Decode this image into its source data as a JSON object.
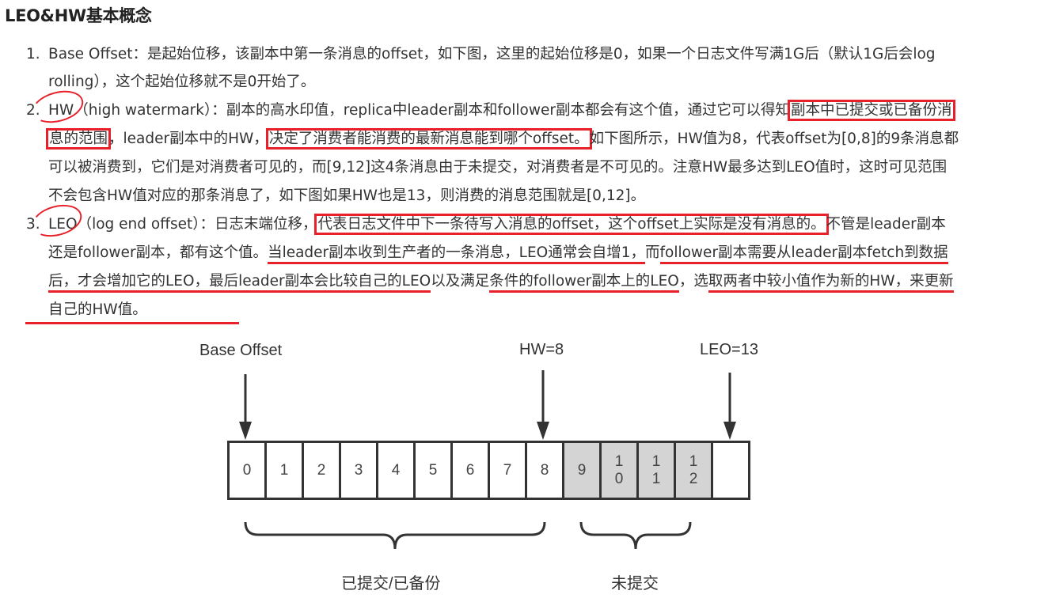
{
  "title": "LEO&HW基本概念",
  "items": [
    {
      "number": "1.",
      "lines": [
        "Base Offset：是起始位移，该副本中第一条消息的offset，如下图，这里的起始位移是0，如果一个日志文件写满1G后（默认1G后会log",
        "rolling），这个起始位移就不是0开始了。"
      ]
    },
    {
      "number": "2.",
      "segments": {
        "l1_a": "HW",
        "l1_b": "（high watermark）：副本的高水印值，replica中leader副本和follower副本都会有这个值，通过它可以得知",
        "l1_box": "副本中已提交或已备份消",
        "l2_box1": "息的范围",
        "l2_a": "，leader副本中的HW，",
        "l2_box2": "决定了消费者能消费的最新消息能到哪个offset。",
        "l2_b": "如下图所示，HW值为8，代表offset为[0,8]的9条消息都",
        "l3": "可以被消费到，它们是对消费者可见的，而[9,12]这4条消息由于未提交，对消费者是不可见的。注意HW最多达到LEO值时，这时可见范围",
        "l4": "不会包含HW值对应的那条消息了，如下图如果HW也是13，则消费的消息范围就是[0,12]。"
      }
    },
    {
      "number": "3.",
      "segments": {
        "l1_a": "LEO",
        "l1_b": "（log end offset）：日志末端位移，",
        "l1_box": "代表日志文件中下一条待写入消息的offset，这个offset上实际是没有消息的。",
        "l1_c": "不管是leader副本",
        "l2_a": "还是follower副本，都有这个值。",
        "l2_u1": "当leader副本收到生产者的一条消息，LEO通常会自增1，",
        "l2_b": "而",
        "l2_u2": "follower副本需要从leader副本fetch到数据",
        "l3_u1": "后，才会增加它的LEO，",
        "l3_u2": "最后leader副本会比较自己的LEO",
        "l3_a": "以及满足",
        "l3_u3": "条件的follower副本上的LEO",
        "l3_b": "，选",
        "l3_u4": "取两者中较小值作为新的HW，来更新",
        "l4": "自己的HW值。"
      }
    }
  ],
  "diagram": {
    "labels": {
      "base_offset": "Base Offset",
      "hw": "HW=8",
      "leo": "LEO=13",
      "committed": "已提交/已备份",
      "uncommitted": "未提交"
    },
    "cells": [
      "0",
      "1",
      "2",
      "3",
      "4",
      "5",
      "6",
      "7",
      "8",
      "9",
      "10",
      "11",
      "12",
      ""
    ],
    "pending_cells": [
      9,
      10,
      11,
      12
    ],
    "colors": {
      "annotation_red": "#e8202a",
      "pending_fill": "#d4d4d4",
      "border": "#333333"
    }
  }
}
